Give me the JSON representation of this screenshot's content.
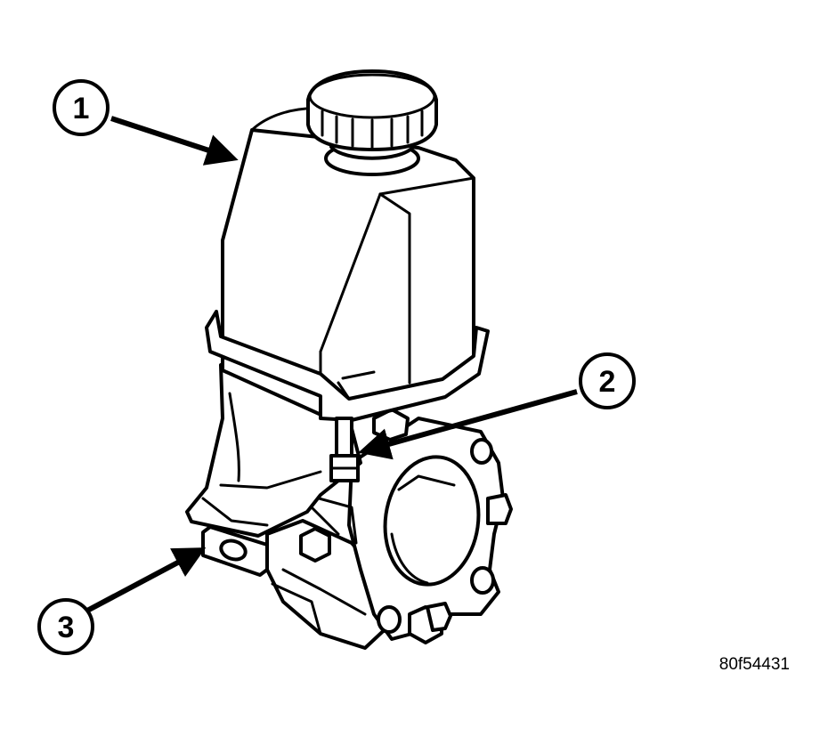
{
  "figure": {
    "id": "80f54431"
  },
  "callouts": [
    {
      "label": "1"
    },
    {
      "label": "2"
    },
    {
      "label": "3"
    }
  ]
}
